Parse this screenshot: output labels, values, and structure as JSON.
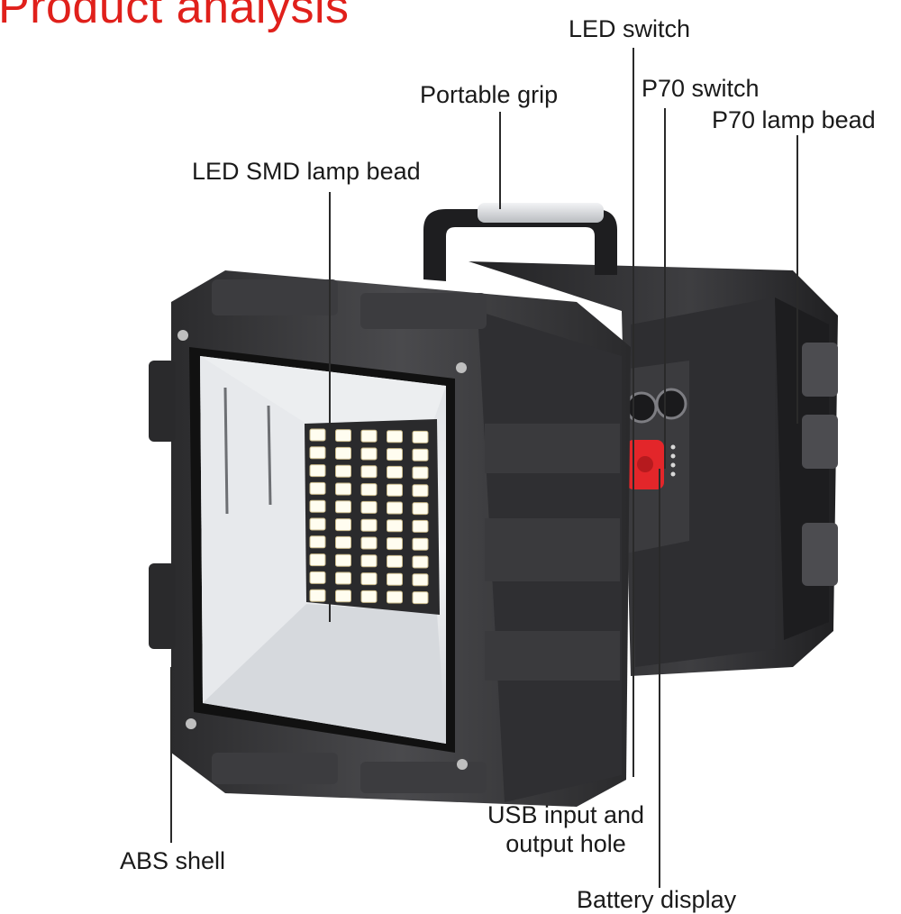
{
  "title": "Product analysis",
  "colors": {
    "title": "#e0201b",
    "body": "#3a3a3c",
    "dark": "#1c1c1e",
    "led_glow": "#fffdf0",
    "switch_red": "#e3262a"
  },
  "labels": {
    "led_switch": "LED switch",
    "portable_grip": "Portable grip",
    "p70_switch": "P70 switch",
    "p70_lamp_bead": "P70 lamp bead",
    "led_smd_lamp_bead": "LED SMD lamp bead",
    "abs_shell": "ABS shell",
    "usb_line1": "USB input and",
    "usb_line2": "output hole",
    "battery_display": "Battery display"
  }
}
